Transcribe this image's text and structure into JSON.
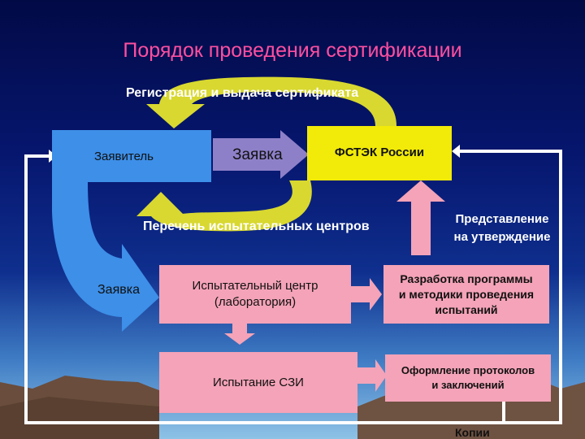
{
  "title": "Порядок проведения сертификации",
  "labels": {
    "registration": "Регистрация и выдача сертификата",
    "application_arrow": "Заявка",
    "test_centers_list": "Перечень испытательных центров",
    "application_down": "Заявка",
    "submission_line1": "Представление",
    "submission_line2": "на утверждение",
    "copies": "Копии"
  },
  "boxes": {
    "applicant": "Заявитель",
    "fstek": "ФСТЭК России",
    "test_center_line1": "Испытательный центр",
    "test_center_line2": "(лаборатория)",
    "szi_testing": "Испытание СЗИ",
    "program_dev_line1": "Разработка программы",
    "program_dev_line2": "и методики проведения",
    "program_dev_line3": "испытаний",
    "protocols_line1": "Оформление протоколов",
    "protocols_line2": "и заключений"
  },
  "colors": {
    "title": "#ff4fa0",
    "applicant_box": "#3d8fe8",
    "fstek_box": "#f2ea08",
    "pink_box": "#f4a3b8",
    "curved_arrow": "#d8d830",
    "connector": "#ffffff"
  }
}
